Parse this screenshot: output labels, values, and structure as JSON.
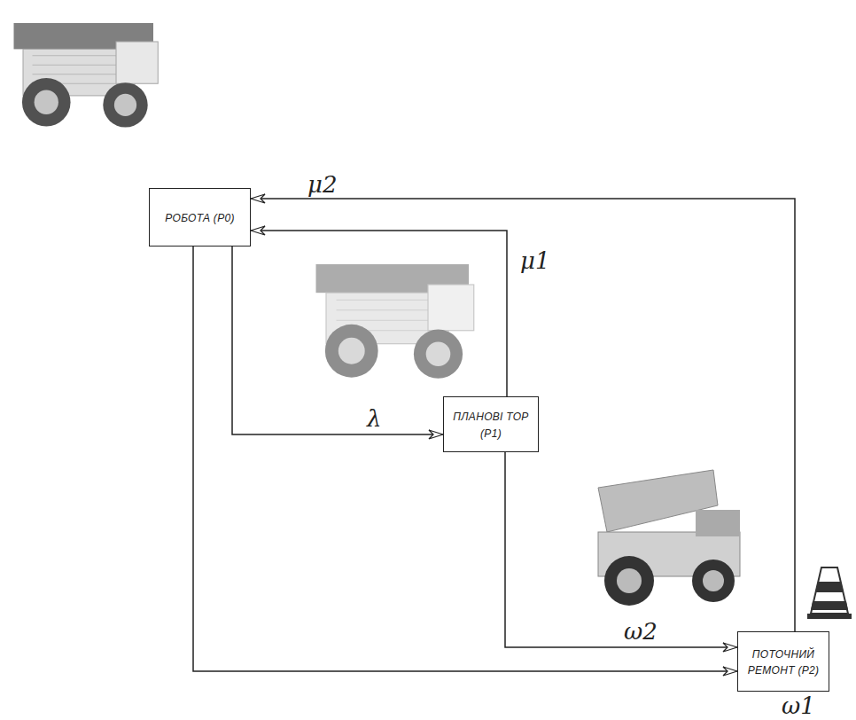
{
  "diagram": {
    "nodes": [
      {
        "text": [
          "РОБОТА (P0)"
        ]
      },
      {
        "text": [
          "ПЛАНОВІ ТОР (P1)"
        ]
      },
      {
        "text": [
          "ПОТОЧНИЙ РЕМОНТ (P2)"
        ]
      }
    ],
    "edges": [
      {
        "from": 0,
        "to": 1,
        "label": "λ",
        "arrow": "to"
      },
      {
        "from": 1,
        "to": 0,
        "label": "μ1",
        "arrow": "to"
      },
      {
        "from": 2,
        "to": 0,
        "label": "μ2",
        "arrow": "to"
      },
      {
        "from": 1,
        "to": 2,
        "label": "ω2",
        "arrow": "to"
      },
      {
        "from": 0,
        "to": 2,
        "label": "ω1",
        "arrow": "to"
      }
    ]
  }
}
